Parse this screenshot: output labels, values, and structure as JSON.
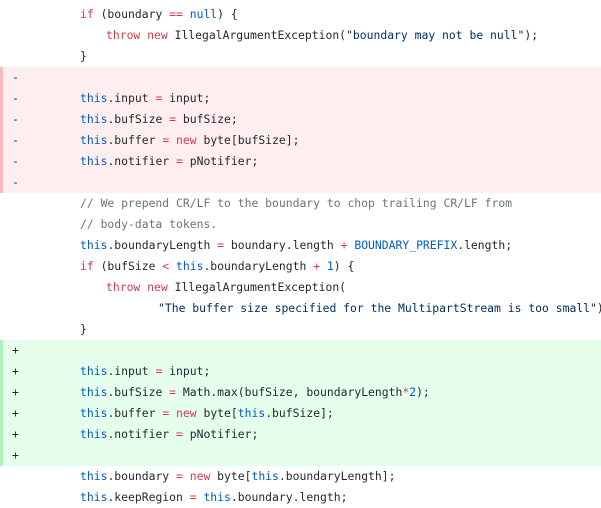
{
  "diff": {
    "lines": [
      {
        "type": "context",
        "marker": "",
        "indent": 1,
        "tokens": [
          {
            "c": "kw",
            "t": "if"
          },
          {
            "c": "plain",
            "t": " (boundary "
          },
          {
            "c": "op",
            "t": "=="
          },
          {
            "c": "plain",
            "t": " "
          },
          {
            "c": "const",
            "t": "null"
          },
          {
            "c": "plain",
            "t": ") {"
          }
        ]
      },
      {
        "type": "context",
        "marker": "",
        "indent": 2,
        "tokens": [
          {
            "c": "kw",
            "t": "throw"
          },
          {
            "c": "plain",
            "t": " "
          },
          {
            "c": "kw",
            "t": "new"
          },
          {
            "c": "plain",
            "t": " IllegalArgumentException("
          },
          {
            "c": "str",
            "t": "\"boundary may not be null\""
          },
          {
            "c": "plain",
            "t": ");"
          }
        ]
      },
      {
        "type": "context",
        "marker": "",
        "indent": 1,
        "tokens": [
          {
            "c": "plain",
            "t": "}"
          }
        ]
      },
      {
        "type": "removed",
        "marker": "-",
        "indent": 1,
        "tokens": []
      },
      {
        "type": "removed",
        "marker": "-",
        "indent": 1,
        "tokens": [
          {
            "c": "this",
            "t": "this"
          },
          {
            "c": "plain",
            "t": ".input "
          },
          {
            "c": "op",
            "t": "="
          },
          {
            "c": "plain",
            "t": " input;"
          }
        ]
      },
      {
        "type": "removed",
        "marker": "-",
        "indent": 1,
        "tokens": [
          {
            "c": "this",
            "t": "this"
          },
          {
            "c": "plain",
            "t": ".bufSize "
          },
          {
            "c": "op",
            "t": "="
          },
          {
            "c": "plain",
            "t": " bufSize;"
          }
        ]
      },
      {
        "type": "removed",
        "marker": "-",
        "indent": 1,
        "tokens": [
          {
            "c": "this",
            "t": "this"
          },
          {
            "c": "plain",
            "t": ".buffer "
          },
          {
            "c": "op",
            "t": "="
          },
          {
            "c": "plain",
            "t": " "
          },
          {
            "c": "kw",
            "t": "new"
          },
          {
            "c": "plain",
            "t": " byte[bufSize];"
          }
        ]
      },
      {
        "type": "removed",
        "marker": "-",
        "indent": 1,
        "tokens": [
          {
            "c": "this",
            "t": "this"
          },
          {
            "c": "plain",
            "t": ".notifier "
          },
          {
            "c": "op",
            "t": "="
          },
          {
            "c": "plain",
            "t": " pNotifier;"
          }
        ]
      },
      {
        "type": "removed",
        "marker": "-",
        "indent": 1,
        "tokens": []
      },
      {
        "type": "context",
        "marker": "",
        "indent": 1,
        "tokens": [
          {
            "c": "cm",
            "t": "// We prepend CR/LF to the boundary to chop trailing CR/LF from"
          }
        ]
      },
      {
        "type": "context",
        "marker": "",
        "indent": 1,
        "tokens": [
          {
            "c": "cm",
            "t": "// body-data tokens."
          }
        ]
      },
      {
        "type": "context",
        "marker": "",
        "indent": 1,
        "tokens": [
          {
            "c": "this",
            "t": "this"
          },
          {
            "c": "plain",
            "t": ".boundaryLength "
          },
          {
            "c": "op",
            "t": "="
          },
          {
            "c": "plain",
            "t": " boundary.length "
          },
          {
            "c": "op",
            "t": "+"
          },
          {
            "c": "plain",
            "t": " "
          },
          {
            "c": "const",
            "t": "BOUNDARY_PREFIX"
          },
          {
            "c": "plain",
            "t": ".length;"
          }
        ]
      },
      {
        "type": "context",
        "marker": "",
        "indent": 1,
        "tokens": [
          {
            "c": "kw",
            "t": "if"
          },
          {
            "c": "plain",
            "t": " (bufSize "
          },
          {
            "c": "op",
            "t": "<"
          },
          {
            "c": "plain",
            "t": " "
          },
          {
            "c": "this",
            "t": "this"
          },
          {
            "c": "plain",
            "t": ".boundaryLength "
          },
          {
            "c": "op",
            "t": "+"
          },
          {
            "c": "plain",
            "t": " "
          },
          {
            "c": "const",
            "t": "1"
          },
          {
            "c": "plain",
            "t": ") {"
          }
        ]
      },
      {
        "type": "context",
        "marker": "",
        "indent": 2,
        "tokens": [
          {
            "c": "kw",
            "t": "throw"
          },
          {
            "c": "plain",
            "t": " "
          },
          {
            "c": "kw",
            "t": "new"
          },
          {
            "c": "plain",
            "t": " IllegalArgumentException("
          }
        ]
      },
      {
        "type": "context",
        "marker": "",
        "indent": 3,
        "tokens": [
          {
            "c": "str",
            "t": "\"The buffer size specified for the MultipartStream is too small\""
          },
          {
            "c": "plain",
            "t": ");"
          }
        ]
      },
      {
        "type": "context",
        "marker": "",
        "indent": 1,
        "tokens": [
          {
            "c": "plain",
            "t": "}"
          }
        ]
      },
      {
        "type": "added",
        "marker": "+",
        "indent": 1,
        "tokens": []
      },
      {
        "type": "added",
        "marker": "+",
        "indent": 1,
        "tokens": [
          {
            "c": "this",
            "t": "this"
          },
          {
            "c": "plain",
            "t": ".input "
          },
          {
            "c": "op",
            "t": "="
          },
          {
            "c": "plain",
            "t": " input;"
          }
        ]
      },
      {
        "type": "added",
        "marker": "+",
        "indent": 1,
        "tokens": [
          {
            "c": "this",
            "t": "this"
          },
          {
            "c": "plain",
            "t": ".bufSize "
          },
          {
            "c": "op",
            "t": "="
          },
          {
            "c": "plain",
            "t": " Math.max(bufSize, boundaryLength"
          },
          {
            "c": "op",
            "t": "*"
          },
          {
            "c": "const",
            "t": "2"
          },
          {
            "c": "plain",
            "t": ");"
          }
        ]
      },
      {
        "type": "added",
        "marker": "+",
        "indent": 1,
        "tokens": [
          {
            "c": "this",
            "t": "this"
          },
          {
            "c": "plain",
            "t": ".buffer "
          },
          {
            "c": "op",
            "t": "="
          },
          {
            "c": "plain",
            "t": " "
          },
          {
            "c": "kw",
            "t": "new"
          },
          {
            "c": "plain",
            "t": " byte["
          },
          {
            "c": "this",
            "t": "this"
          },
          {
            "c": "plain",
            "t": ".bufSize];"
          }
        ]
      },
      {
        "type": "added",
        "marker": "+",
        "indent": 1,
        "tokens": [
          {
            "c": "this",
            "t": "this"
          },
          {
            "c": "plain",
            "t": ".notifier "
          },
          {
            "c": "op",
            "t": "="
          },
          {
            "c": "plain",
            "t": " pNotifier;"
          }
        ]
      },
      {
        "type": "added",
        "marker": "+",
        "indent": 1,
        "tokens": []
      },
      {
        "type": "context",
        "marker": "",
        "indent": 1,
        "tokens": [
          {
            "c": "this",
            "t": "this"
          },
          {
            "c": "plain",
            "t": ".boundary "
          },
          {
            "c": "op",
            "t": "="
          },
          {
            "c": "plain",
            "t": " "
          },
          {
            "c": "kw",
            "t": "new"
          },
          {
            "c": "plain",
            "t": " byte["
          },
          {
            "c": "this",
            "t": "this"
          },
          {
            "c": "plain",
            "t": ".boundaryLength];"
          }
        ]
      },
      {
        "type": "context",
        "marker": "",
        "indent": 1,
        "tokens": [
          {
            "c": "this",
            "t": "this"
          },
          {
            "c": "plain",
            "t": ".keepRegion "
          },
          {
            "c": "op",
            "t": "="
          },
          {
            "c": "plain",
            "t": " "
          },
          {
            "c": "this",
            "t": "this"
          },
          {
            "c": "plain",
            "t": ".boundary.length;"
          }
        ]
      }
    ]
  }
}
